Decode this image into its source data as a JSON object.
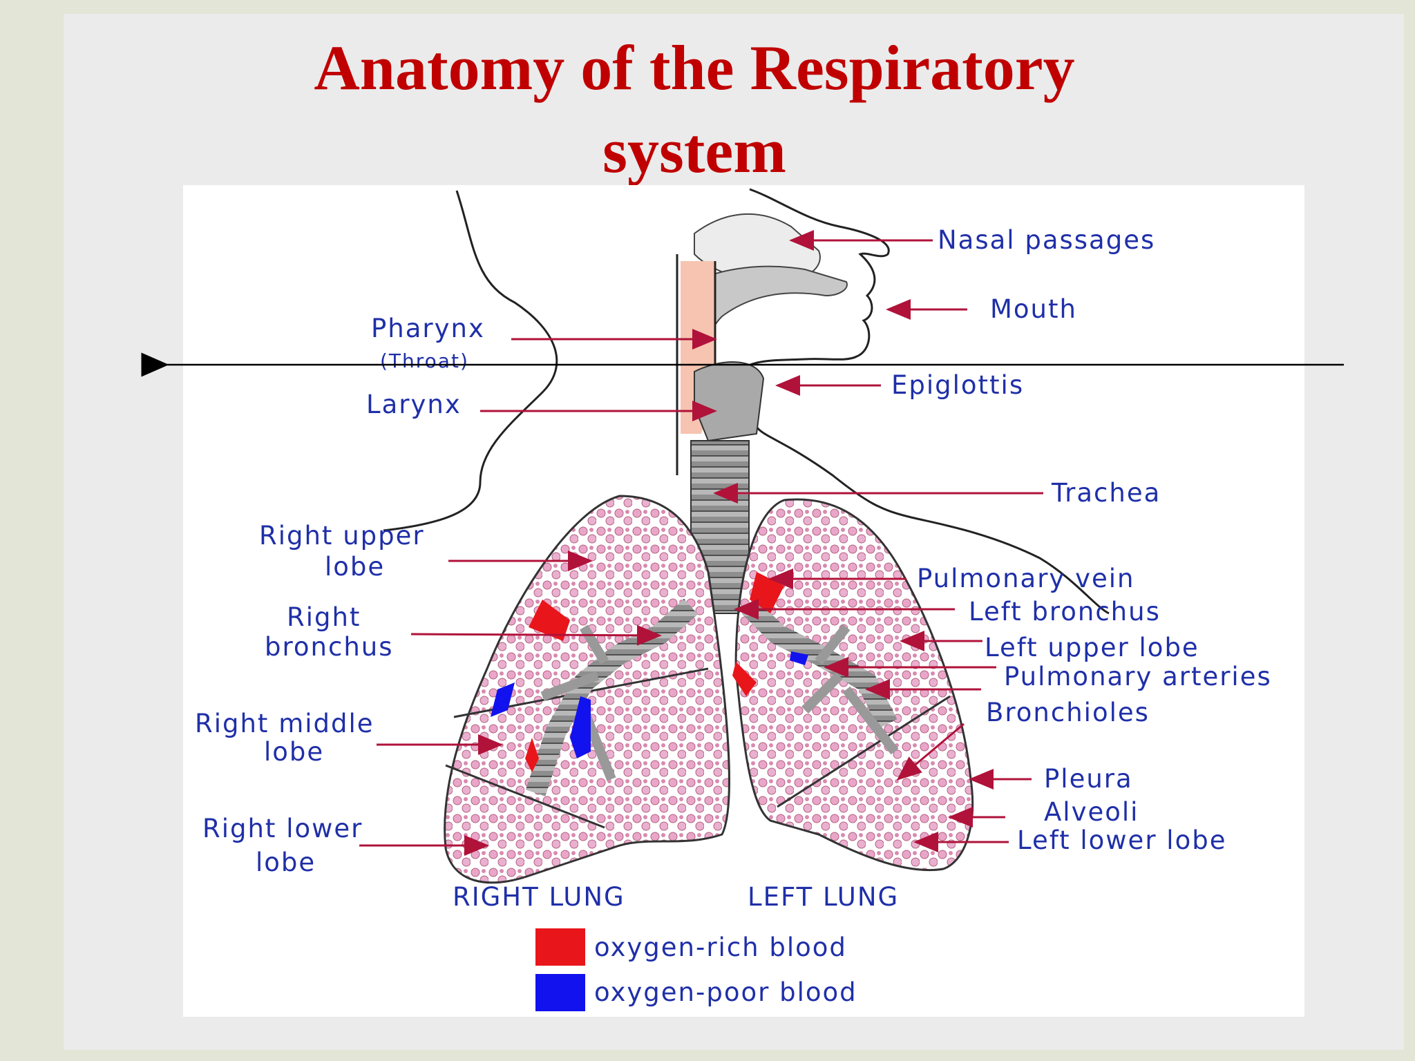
{
  "title": {
    "line1": "Anatomy of the Respiratory",
    "line2": "system"
  },
  "labels": {
    "nasal_passages": "Nasal passages",
    "mouth": "Mouth",
    "pharynx": "Pharynx",
    "throat": "(Throat)",
    "epiglottis": "Epiglottis",
    "larynx": "Larynx",
    "trachea": "Trachea",
    "right_upper_lobe_1": "Right upper",
    "right_upper_lobe_2": "lobe",
    "right_bronchus_1": "Right",
    "right_bronchus_2": "bronchus",
    "right_middle_lobe_1": "Right middle",
    "right_middle_lobe_2": "lobe",
    "right_lower_lobe_1": "Right lower",
    "right_lower_lobe_2": "lobe",
    "pulmonary_vein": "Pulmonary vein",
    "left_bronchus": "Left bronchus",
    "left_upper_lobe": "Left upper lobe",
    "pulmonary_arteries": "Pulmonary arteries",
    "bronchioles": "Bronchioles",
    "pleura": "Pleura",
    "alveoli": "Alveoli",
    "left_lower_lobe": "Left lower lobe",
    "right_lung": "RIGHT LUNG",
    "left_lung": "LEFT LUNG"
  },
  "legend": [
    {
      "label": "oxygen-rich blood",
      "color": "#e8161b"
    },
    {
      "label": "oxygen-poor blood",
      "color": "#1212ee"
    }
  ],
  "colors": {
    "title": "#c00000",
    "label_text": "#1f2fa8",
    "leader_line": "#b0123a",
    "alveoli_pink": "#e9a6c8",
    "airway_gray": "#9c9c9c",
    "throat_pink": "#f6c4b0"
  }
}
